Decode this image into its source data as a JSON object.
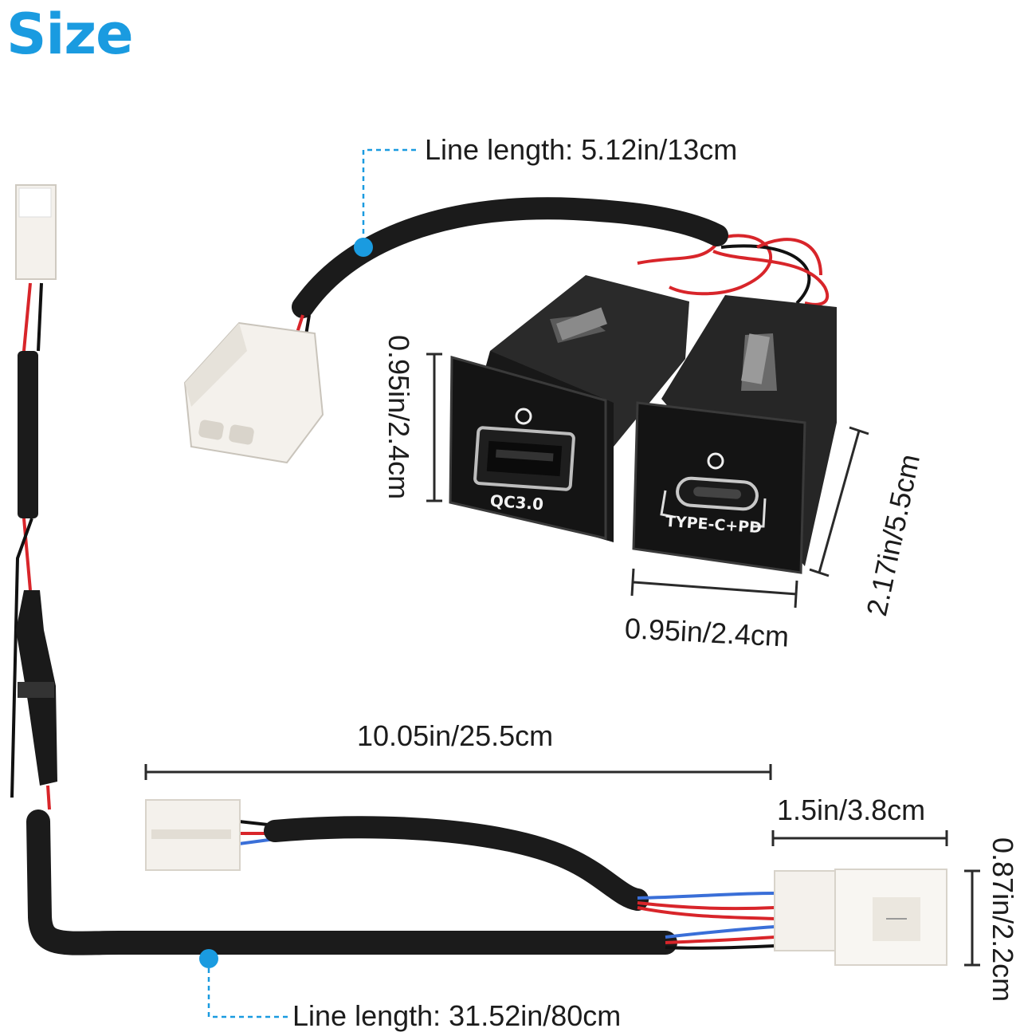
{
  "title": "Size",
  "labels": {
    "short_line": "Line length: 5.12in/13cm",
    "long_line": "Line length: 31.52in/80cm",
    "socket_height_left": "0.95in/2.4cm",
    "socket_width_bottom": "0.95in/2.4cm",
    "socket_depth": "2.17in/5.5cm",
    "harness_span": "10.05in/25.5cm",
    "connector_width": "1.5in/3.8cm",
    "connector_height": "0.87in/2.2cm"
  },
  "ports": {
    "usb_label": "QC3.0",
    "typec_label": "TYPE-C+PD"
  },
  "colors": {
    "accent": "#1a9be0",
    "cable": "#1b1b1b",
    "red_wire": "#d8252a",
    "blue_wire": "#3a6fd8",
    "connector": "#f4f1ec",
    "socket": "#1f1f1f"
  }
}
